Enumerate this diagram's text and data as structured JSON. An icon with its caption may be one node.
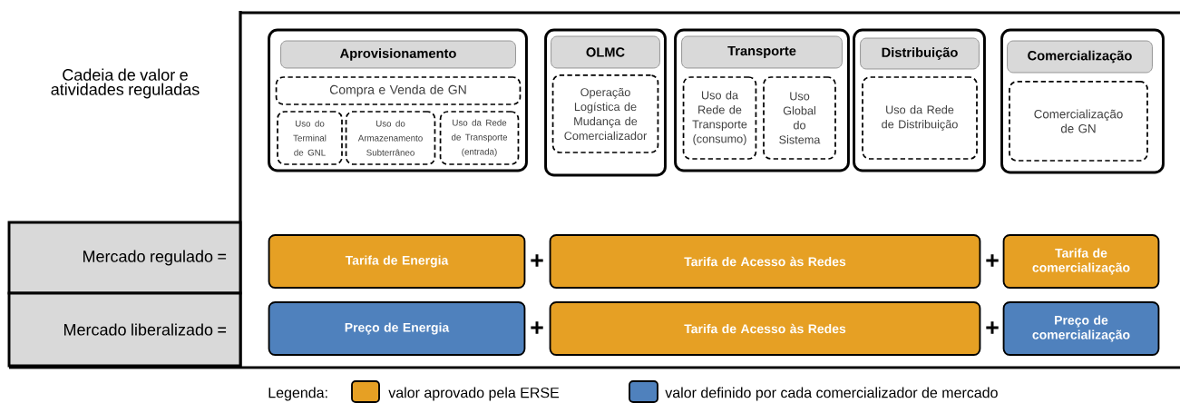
{
  "diagram": {
    "nodes": [
      {
        "text": [
          "Aprovisionamento"
        ]
      },
      {
        "text": [
          "Compra e Venda de GN"
        ],
        "in": 0
      },
      {
        "text": [
          "Uso do Terminal de GNL"
        ],
        "in": 0
      },
      {
        "text": [
          "Uso do Armazenamento Subterrâneo"
        ],
        "in": 0
      },
      {
        "text": [
          "Uso da Rede de Transporte (entrada)"
        ],
        "in": 0
      },
      {
        "text": [
          "OLMC"
        ]
      },
      {
        "text": [
          "Operação Logística de Mudança de Comercializador"
        ],
        "in": 5
      },
      {
        "text": [
          "Transporte"
        ]
      },
      {
        "text": [
          "Uso da Rede de Transporte (consumo)"
        ],
        "in": 7
      },
      {
        "text": [
          "Uso Global do Sistema"
        ],
        "in": 7
      },
      {
        "text": [
          "Distribuição"
        ]
      },
      {
        "text": [
          "Uso da Rede de Distribuição"
        ],
        "in": 10
      },
      {
        "text": [
          "Comercialização"
        ]
      },
      {
        "text": [
          "Comercialização de GN"
        ],
        "in": 12
      },
      {
        "text": [
          "Mercado regulado ="
        ]
      },
      {
        "text": [
          "Tarifa de Energia"
        ]
      },
      {
        "text": [
          "Tarifa de Acesso às Redes"
        ]
      },
      {
        "text": [
          "Tarifa de comercialização"
        ]
      },
      {
        "text": [
          "Mercado liberalizado ="
        ]
      },
      {
        "text": [
          "Preço de Energia"
        ]
      },
      {
        "text": [
          "Tarifa de Acesso às Redes"
        ]
      },
      {
        "text": [
          "Preço de comercialização"
        ]
      }
    ],
    "labels": [
      "Cadeia de valor e atividades reguladas",
      "+",
      "+",
      "+",
      "+",
      "Legenda:"
    ],
    "legend": [
      {
        "text": "valor aprovado pela ERSE",
        "color": "#e6a024"
      },
      {
        "text": "valor definido por cada comercializador de mercado",
        "color": "#4f81bd"
      }
    ]
  }
}
